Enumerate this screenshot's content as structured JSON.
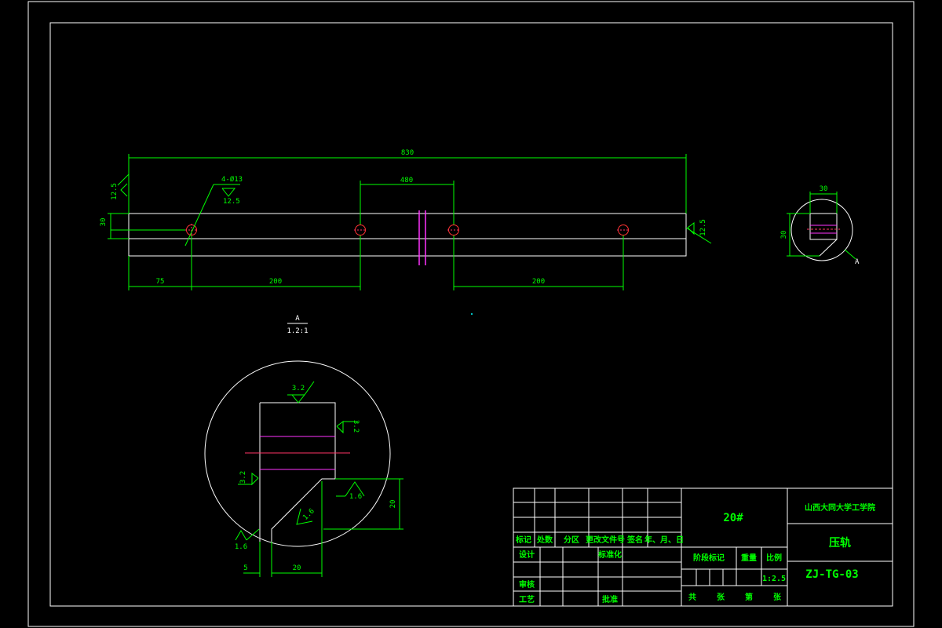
{
  "drawing": {
    "colors": {
      "background": "#000000",
      "outline": "#ffffff",
      "dimension": "#00ff00",
      "center": "#ff3366",
      "section": "#ff33ff"
    },
    "main_view": {
      "overall_length": "830",
      "hole_spacing": "480",
      "holes_spec": "4-Ø13",
      "holes_roughness": "12.5",
      "height": "30",
      "left_roughness": "12.5",
      "right_roughness": "12.5",
      "dim_left_offset": "75",
      "dim_pitch_left": "200",
      "dim_pitch_right": "200"
    },
    "end_view": {
      "width": "30",
      "height": "30",
      "detail_ref": "A"
    },
    "detail": {
      "label": "A",
      "scale": "1.2:1",
      "roughness_top": "3.2",
      "roughness_right": "3.2",
      "roughness_left": "3.2",
      "roughness_step": "1.6",
      "roughness_chamfer": "1.6",
      "roughness_bottom": "1.6",
      "dim_height": "20",
      "dim_left": "5",
      "dim_width": "20"
    }
  },
  "title_block": {
    "material": "20#",
    "school": "山西大同大学工学院",
    "part_name": "压轨",
    "drawing_no": "ZJ-TG-03",
    "scale_value": "1:2.5",
    "row_headers": [
      "标记",
      "处数",
      "分区",
      "更改文件号",
      "签名",
      "年、月、日"
    ],
    "design": "设计",
    "standardize": "标准化",
    "check": "审核",
    "process": "工艺",
    "approve": "批准",
    "stage_mark": "阶段标记",
    "weight": "重量",
    "ratio": "比例",
    "total": "共",
    "sheets": "张",
    "page_no": "第",
    "sheet": "张"
  }
}
